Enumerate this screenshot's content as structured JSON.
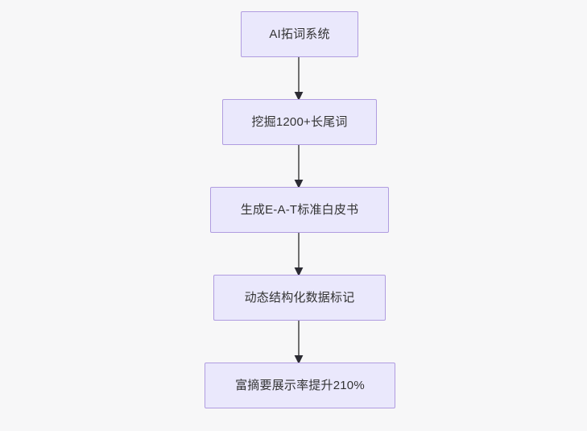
{
  "diagram": {
    "type": "flowchart",
    "direction": "top-to-bottom",
    "background_color": "#f7f7f8",
    "node_fill_color": "#eae8fc",
    "node_border_color": "#b09ce0",
    "node_text_color": "#333333",
    "edge_color": "#707070",
    "arrowhead_color": "#2b2b33",
    "nodes": [
      {
        "id": "n1",
        "label": "AI拓词系统"
      },
      {
        "id": "n2",
        "label": "挖掘1200+长尾词"
      },
      {
        "id": "n3",
        "label": "生成E-A-T标准白皮书"
      },
      {
        "id": "n4",
        "label": "动态结构化数据标记"
      },
      {
        "id": "n5",
        "label": "富摘要展示率提升210%"
      }
    ],
    "edges": [
      {
        "id": "e1",
        "from": "n1",
        "to": "n2",
        "label": ""
      },
      {
        "id": "e2",
        "from": "n2",
        "to": "n3",
        "label": ""
      },
      {
        "id": "e3",
        "from": "n3",
        "to": "n4",
        "label": ""
      },
      {
        "id": "e4",
        "from": "n4",
        "to": "n5",
        "label": ""
      }
    ]
  }
}
